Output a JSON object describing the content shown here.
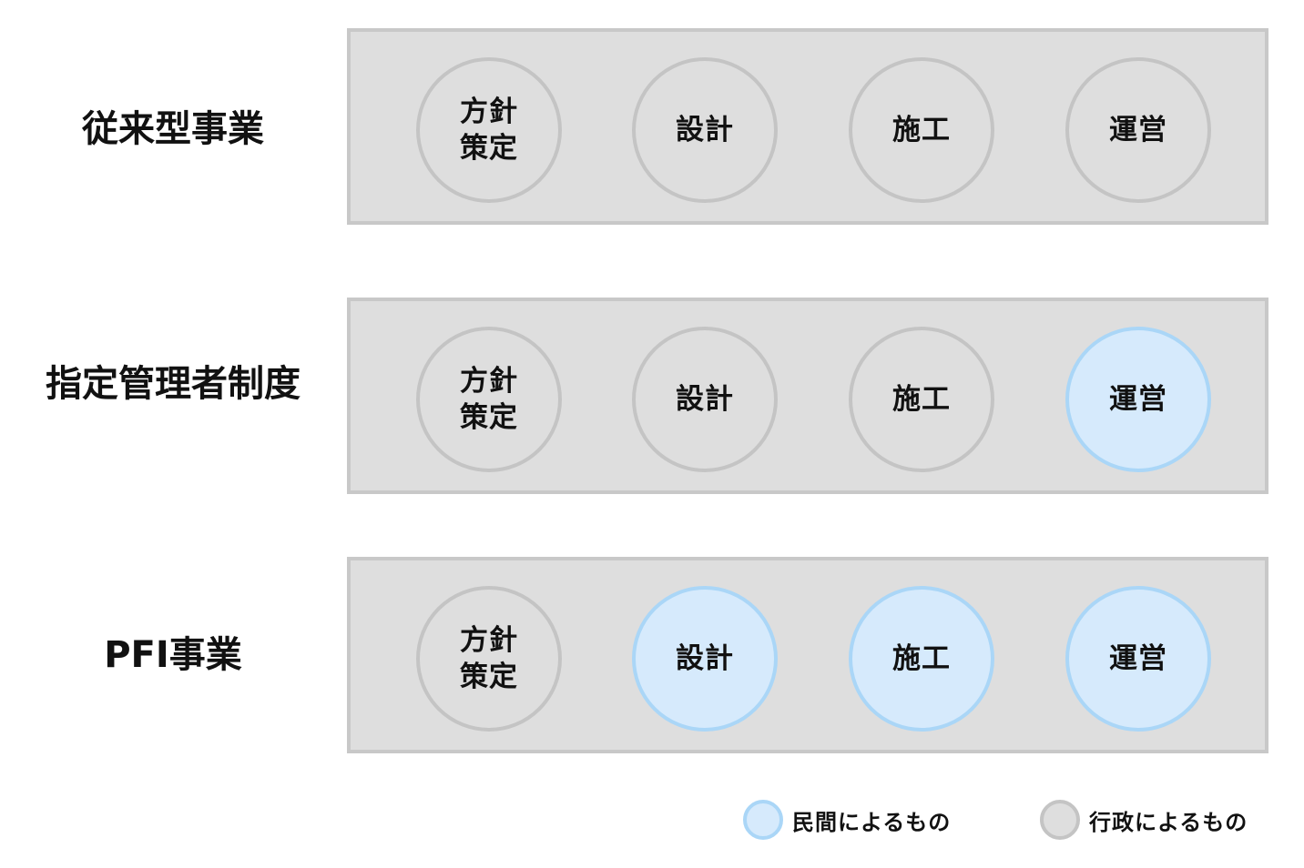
{
  "colors": {
    "panel_fill": "#dedede",
    "panel_border": "#c8c8c8",
    "public_fill": "#dedede",
    "public_border": "#c4c4c4",
    "private_fill": "#d6eafc",
    "private_border": "#aad6f7",
    "text": "#111111"
  },
  "rows": [
    {
      "label": "従来型事業",
      "stages": [
        {
          "label": "方針\n策定",
          "by": "public"
        },
        {
          "label": "設計",
          "by": "public"
        },
        {
          "label": "施工",
          "by": "public"
        },
        {
          "label": "運営",
          "by": "public"
        }
      ]
    },
    {
      "label": "指定管理者制度",
      "stages": [
        {
          "label": "方針\n策定",
          "by": "public"
        },
        {
          "label": "設計",
          "by": "public"
        },
        {
          "label": "施工",
          "by": "public"
        },
        {
          "label": "運営",
          "by": "private"
        }
      ]
    },
    {
      "label": "PFI事業",
      "stages": [
        {
          "label": "方針\n策定",
          "by": "public"
        },
        {
          "label": "設計",
          "by": "private"
        },
        {
          "label": "施工",
          "by": "private"
        },
        {
          "label": "運営",
          "by": "private"
        }
      ]
    }
  ],
  "legend": {
    "private_label": "民間によるもの",
    "public_label": "行政によるもの"
  }
}
